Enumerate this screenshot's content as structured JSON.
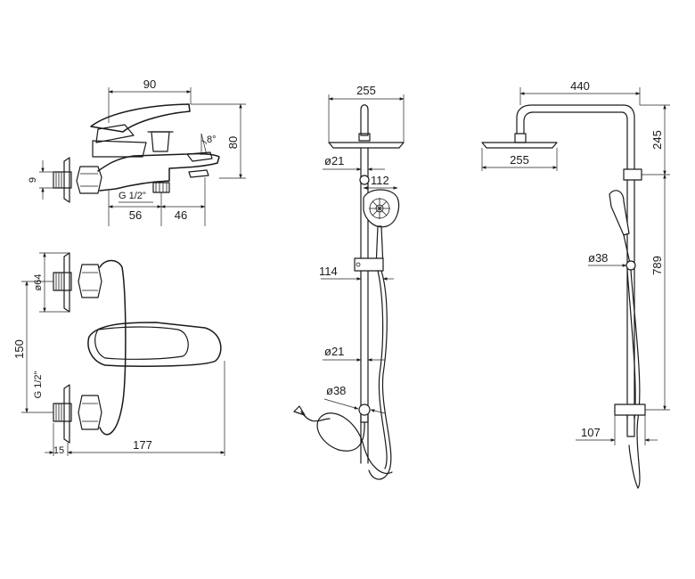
{
  "mixer_side": {
    "width_top": "90",
    "height_right": "80",
    "angle": "8°",
    "inlet_offset": "9",
    "thread": "G 1/2\"",
    "dim_left": "56",
    "dim_right": "46"
  },
  "mixer_front": {
    "diameter": "ø64",
    "centers": "150",
    "thread": "G 1/2\"",
    "offset": "15",
    "depth": "177"
  },
  "shower_front": {
    "head_width": "255",
    "pipe_top": "ø21",
    "hand_shower": "112",
    "bracket": "114",
    "pipe_bottom": "ø21",
    "diverter": "ø38"
  },
  "shower_side": {
    "reach": "440",
    "head_width": "255",
    "head_height": "245",
    "bar_height": "789",
    "holder": "ø38",
    "wall_offset": "107"
  }
}
